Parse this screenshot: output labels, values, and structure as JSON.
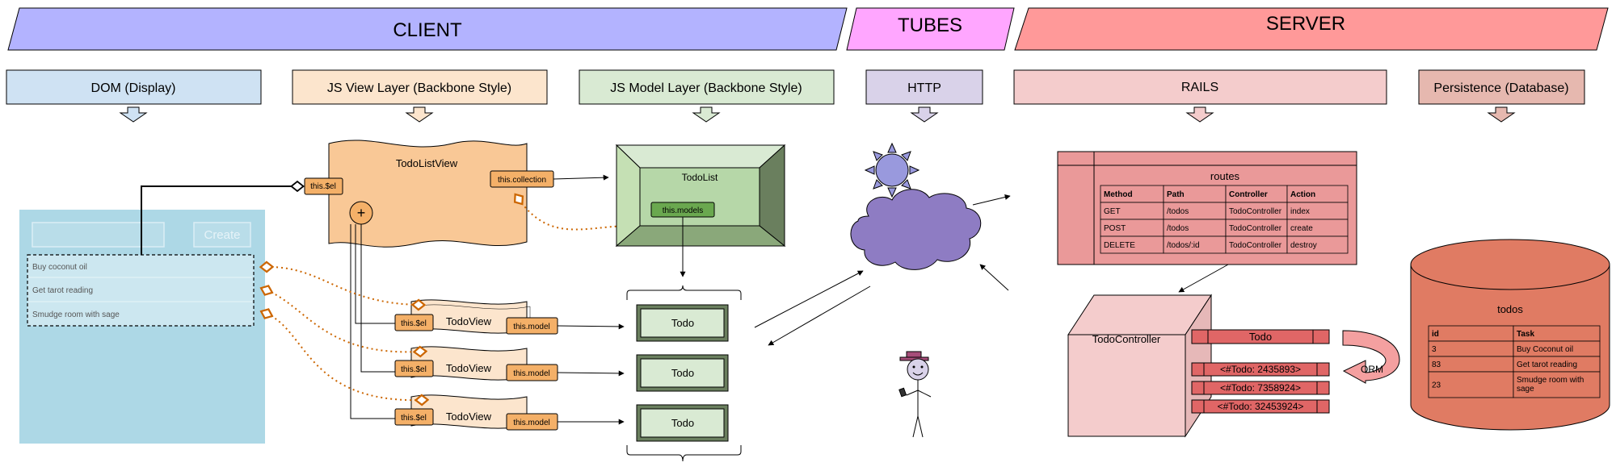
{
  "headers": {
    "client": "CLIENT",
    "tubes": "TUBES",
    "server": "SERVER"
  },
  "layers": {
    "dom": "DOM (Display)",
    "view": "JS View Layer (Backbone Style)",
    "model": "JS Model Layer (Backbone Style)",
    "http": "HTTP",
    "rails": "RAILS",
    "persistence": "Persistence (Database)"
  },
  "dom_panel": {
    "create_button": "Create",
    "input_value": "",
    "items": [
      "Buy coconut oil",
      "Get tarot reading",
      "Smudge room with sage"
    ]
  },
  "view_layer": {
    "list_view": "TodoListView",
    "el_tag": "this.$el",
    "collection_tag": "this.collection",
    "todo_view": "TodoView",
    "model_tag": "this.model"
  },
  "model_layer": {
    "collection": "TodoList",
    "models_tag": "this.models",
    "todo": "Todo"
  },
  "routes": {
    "title": "routes",
    "columns": [
      "Method",
      "Path",
      "Controller",
      "Action"
    ],
    "rows": [
      [
        "GET",
        "/todos",
        "TodoController",
        "index"
      ],
      [
        "POST",
        "/todos",
        "TodoController",
        "create"
      ],
      [
        "DELETE",
        "/todos/:id",
        "TodoController",
        "destroy"
      ]
    ]
  },
  "controller": {
    "name": "TodoController",
    "class_label": "Todo",
    "instances": [
      "<#Todo: 2435893>",
      "<#Todo: 7358924>",
      "<#Todo: 32453924>"
    ],
    "orm_label": "ORM"
  },
  "database": {
    "table": "todos",
    "columns": [
      "id",
      "Task"
    ],
    "rows": [
      [
        "3",
        "Buy Coconut oil"
      ],
      [
        "83",
        "Get tarot reading"
      ],
      [
        "23",
        "Smudge room with sage"
      ]
    ]
  },
  "colors": {
    "client": "#b3b3ff",
    "tubes": "#ffa6ff",
    "server": "#ff9999",
    "dom": "#cfe2f3",
    "view": "#fce5cd",
    "model": "#d9ead3",
    "http": "#d9d2e9",
    "rails": "#f4cccc",
    "persistence": "#e6b8af"
  }
}
